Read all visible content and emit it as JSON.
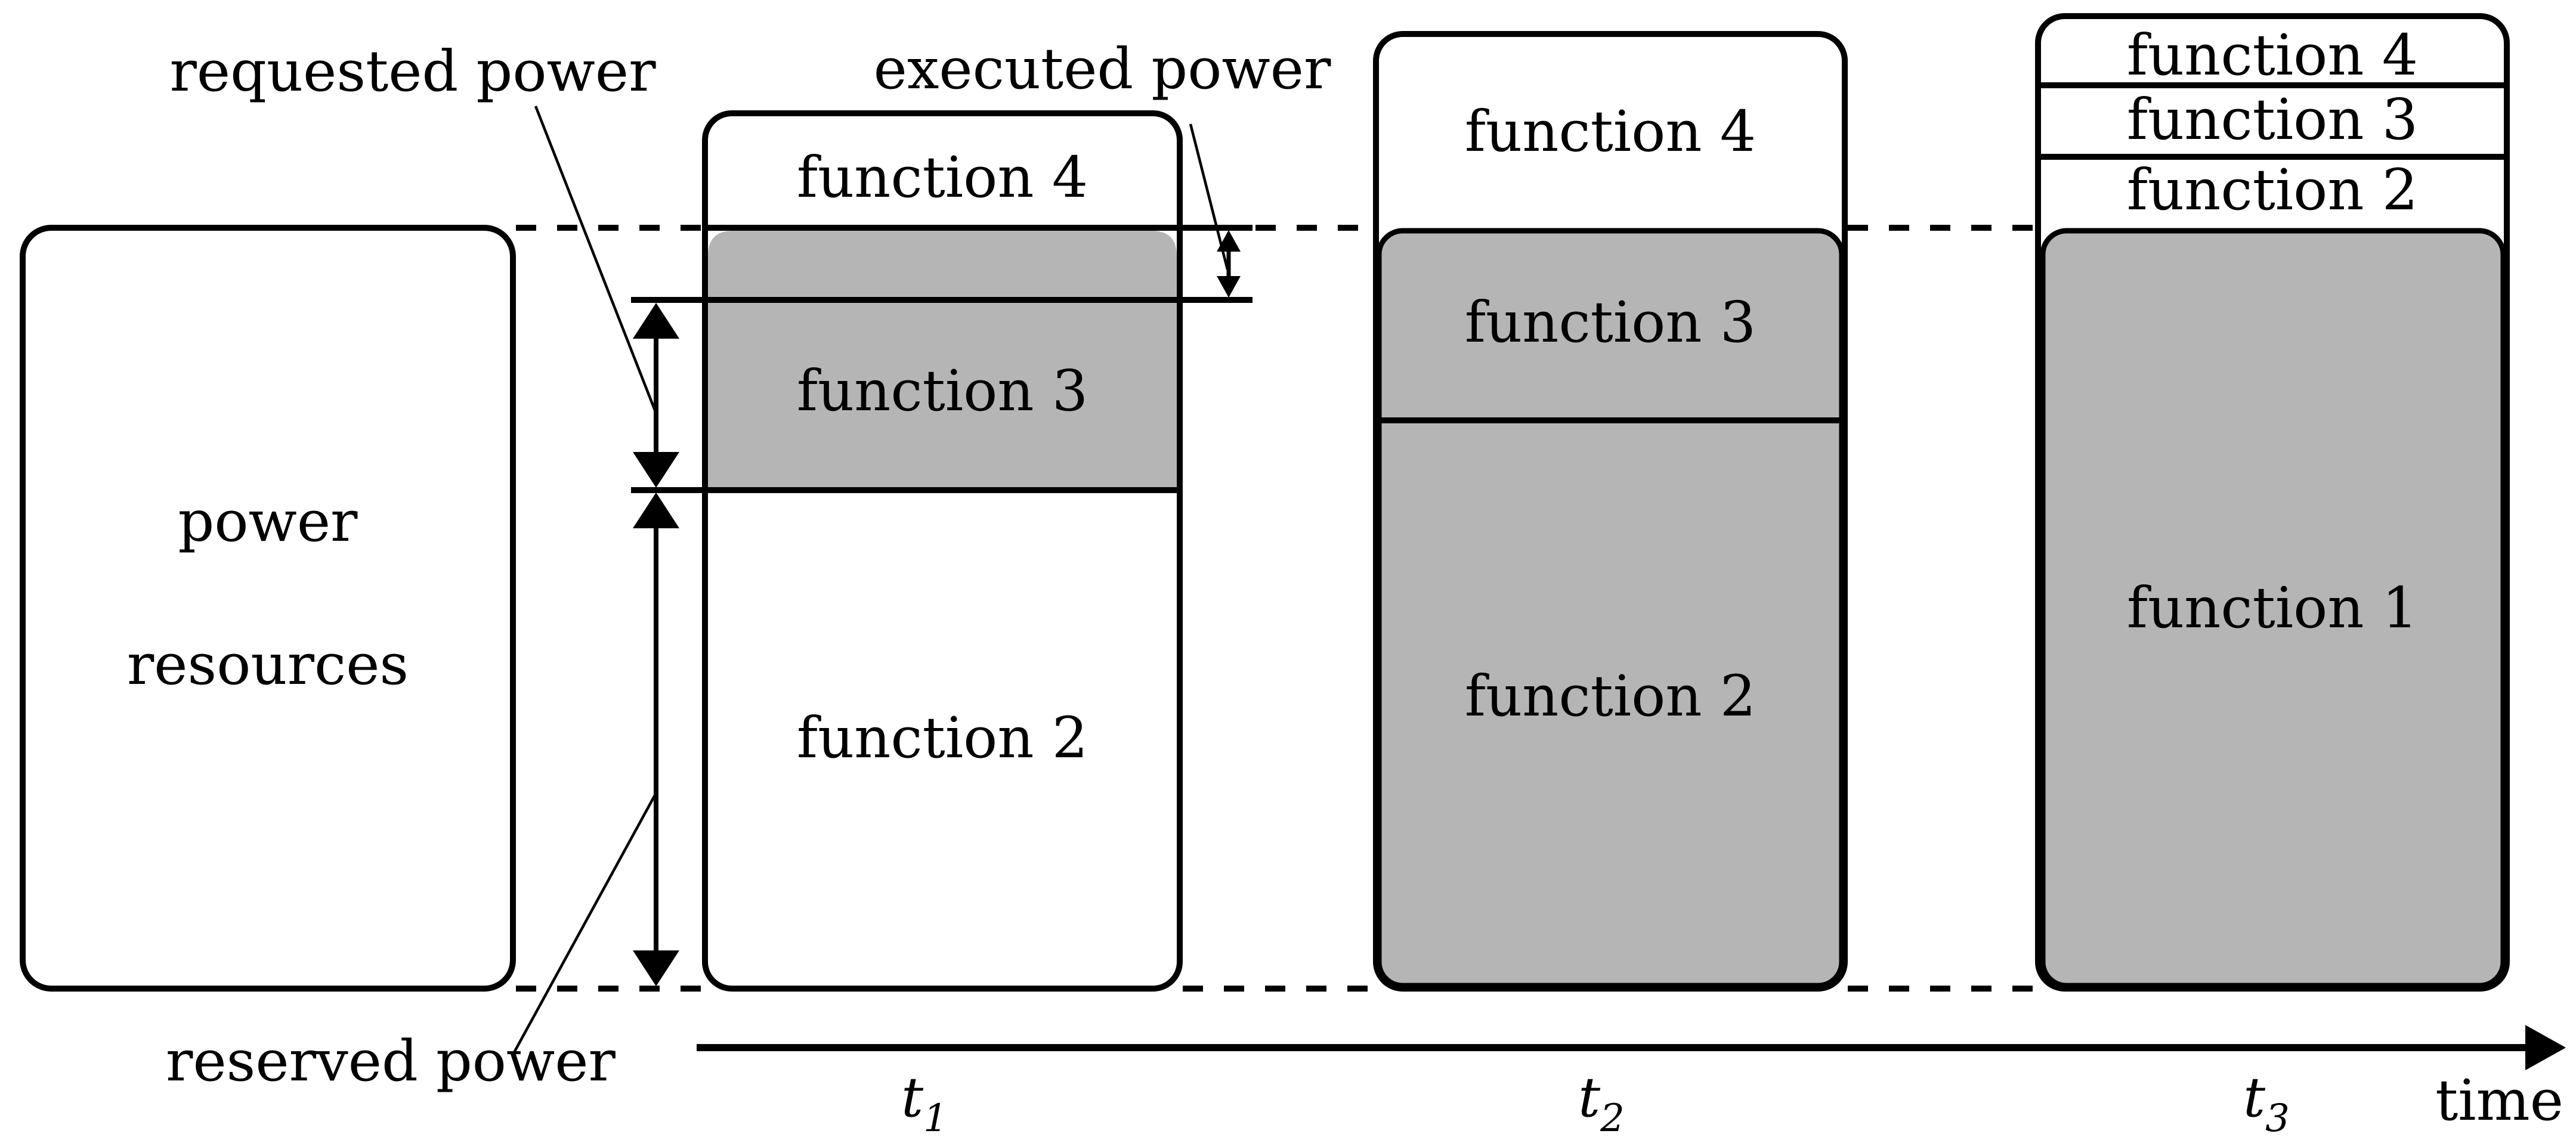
{
  "colors": {
    "executing_fill": "#b5b5b5",
    "idle_fill": "#ffffff",
    "line": "#000000"
  },
  "annotations": {
    "requested_power": "requested power",
    "executed_power": "executed power",
    "reserved_power": "reserved power"
  },
  "resources_box": {
    "line1": "power",
    "line2": "resources"
  },
  "axis": {
    "label": "time"
  },
  "columns": [
    {
      "id": "t1",
      "tick": {
        "base": "t",
        "sub": "1"
      },
      "segments": [
        {
          "label": "function 4",
          "state": "idle"
        },
        {
          "label": "function 3",
          "state": "executing"
        },
        {
          "label": "function 2",
          "state": "idle"
        }
      ]
    },
    {
      "id": "t2",
      "tick": {
        "base": "t",
        "sub": "2"
      },
      "segments": [
        {
          "label": "function 4",
          "state": "idle"
        },
        {
          "label": "function 3",
          "state": "executing"
        },
        {
          "label": "function 2",
          "state": "executing"
        }
      ]
    },
    {
      "id": "t3",
      "tick": {
        "base": "t",
        "sub": "3"
      },
      "segments": [
        {
          "label": "function 4",
          "state": "idle"
        },
        {
          "label": "function 3",
          "state": "idle"
        },
        {
          "label": "function 2",
          "state": "idle"
        },
        {
          "label": "function 1",
          "state": "executing"
        }
      ]
    }
  ]
}
